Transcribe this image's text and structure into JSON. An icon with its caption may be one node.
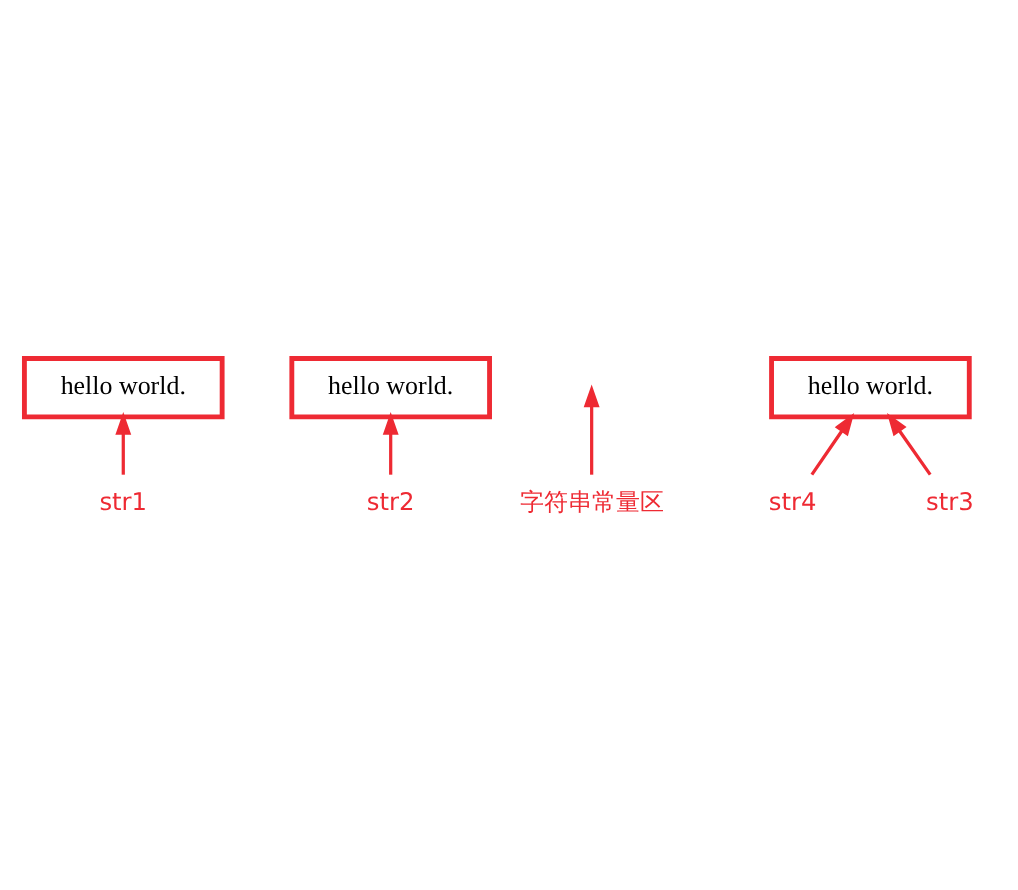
{
  "diagram": {
    "nodes": [
      {
        "text": [
          "hello world."
        ]
      },
      {
        "text": [
          "str1"
        ]
      },
      {
        "text": [
          "hello world."
        ]
      },
      {
        "text": [
          "str2"
        ]
      },
      {
        "text": [
          "字符串常量区"
        ]
      },
      {
        "text": [
          "str4"
        ]
      },
      {
        "text": [
          "hello world."
        ]
      },
      {
        "text": [
          "str3"
        ]
      }
    ],
    "edges": [
      {
        "from": 1,
        "to": 0,
        "arrow": "to"
      },
      {
        "from": 3,
        "to": 2,
        "arrow": "to"
      },
      {
        "from": 4,
        "to": null,
        "arrow": "to"
      },
      {
        "from": 5,
        "to": 6,
        "arrow": "to"
      },
      {
        "from": 7,
        "to": 6,
        "arrow": "to"
      }
    ]
  }
}
